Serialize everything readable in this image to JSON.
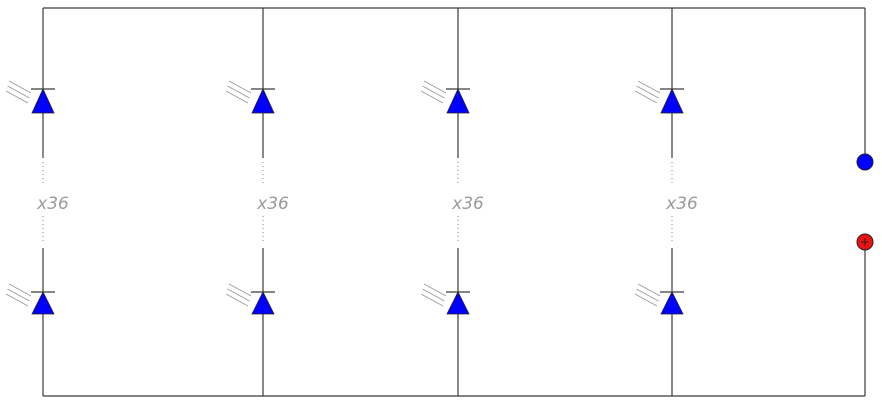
{
  "diagram": {
    "strings": [
      {
        "count_label": "x36"
      },
      {
        "count_label": "x36"
      },
      {
        "count_label": "x36"
      },
      {
        "count_label": "x36"
      }
    ],
    "colors": {
      "led": "#0000ff",
      "terminal_negative": "#0000ff",
      "terminal_positive": "#ee1111",
      "wire": "#3a3a3a"
    }
  }
}
